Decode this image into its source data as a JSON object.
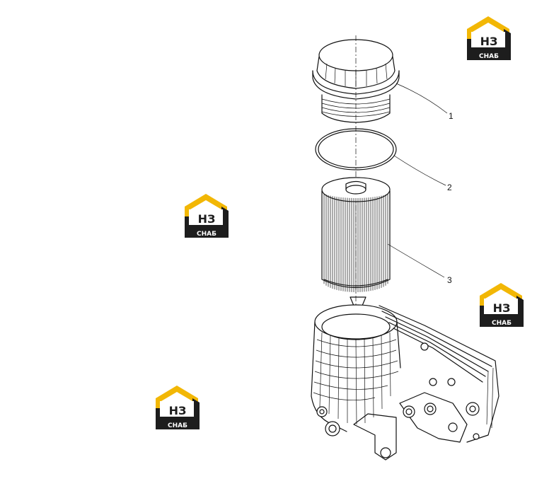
{
  "callouts": [
    {
      "id": "cap",
      "label": "1"
    },
    {
      "id": "oring",
      "label": "2"
    },
    {
      "id": "filter",
      "label": "3"
    }
  ],
  "watermark": {
    "letters": "НЗ",
    "word": "СНАБ",
    "colors": {
      "yellow": "#f2b705",
      "dark": "#1d1d1d",
      "white": "#ffffff"
    }
  }
}
